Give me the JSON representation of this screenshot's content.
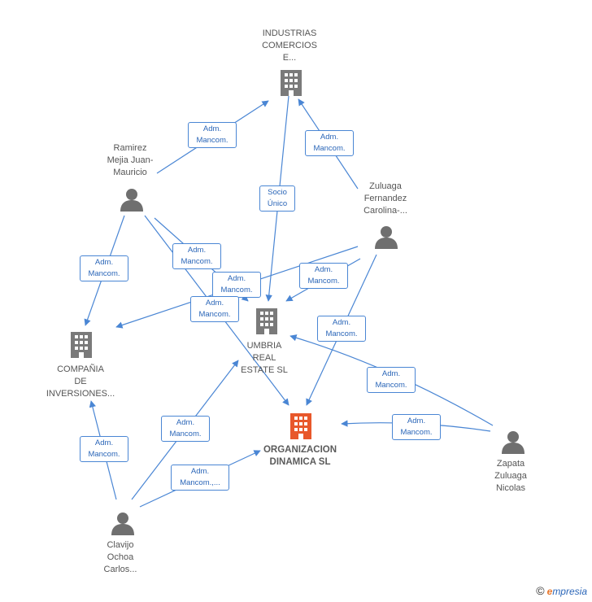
{
  "nodes": {
    "industrias": {
      "label": "INDUSTRIAS\nCOMERCIOS\nE...",
      "kind": "company"
    },
    "umbria": {
      "label": "UMBRIA\nREAL\nESTATE  SL",
      "kind": "company"
    },
    "compania": {
      "label": "COMPAÑIA\nDE\nINVERSIONES...",
      "kind": "company"
    },
    "organizacion": {
      "label": "ORGANIZACION\nDINAMICA  SL",
      "kind": "company-target"
    },
    "ramirez": {
      "label": "Ramirez\nMejia Juan-\nMauricio",
      "kind": "person"
    },
    "zuluaga_fernandez": {
      "label": "Zuluaga\nFernandez\nCarolina-...",
      "kind": "person"
    },
    "zapata": {
      "label": "Zapata\nZuluaga\nNicolas",
      "kind": "person"
    },
    "clavijo": {
      "label": "Clavijo\nOchoa\nCarlos...",
      "kind": "person"
    }
  },
  "edge_labels": {
    "ramirez_industrias": "Adm.\nMancom.",
    "zuluaga_industrias": "Adm.\nMancom.",
    "industrias_umbria": "Socio\nÚnico",
    "ramirez_compania": "Adm.\nMancom.",
    "ramirez_organizacion": "Adm.\nMancom.",
    "ramirez_umbria": "Adm.\nMancom.",
    "zuluaga_umbria": "Adm.\nMancom.",
    "zuluaga_compania": "Adm.\nMancom.",
    "zuluaga_organizacion": "Adm.\nMancom.",
    "zapata_umbria": "Adm.\nMancom.",
    "zapata_organizacion": "Adm.\nMancom.",
    "clavijo_compania": "Adm.\nMancom.",
    "clavijo_umbria": "Adm.\nMancom.",
    "clavijo_organizacion": "Adm.\nMancom.,..."
  },
  "colors": {
    "edge": "#4a86d4",
    "company": "#7a7a7a",
    "target": "#e8582b",
    "person": "#6f6f6f"
  },
  "footer": {
    "copyright": "©",
    "brand_e": "e",
    "brand_rest": "mpresia"
  }
}
